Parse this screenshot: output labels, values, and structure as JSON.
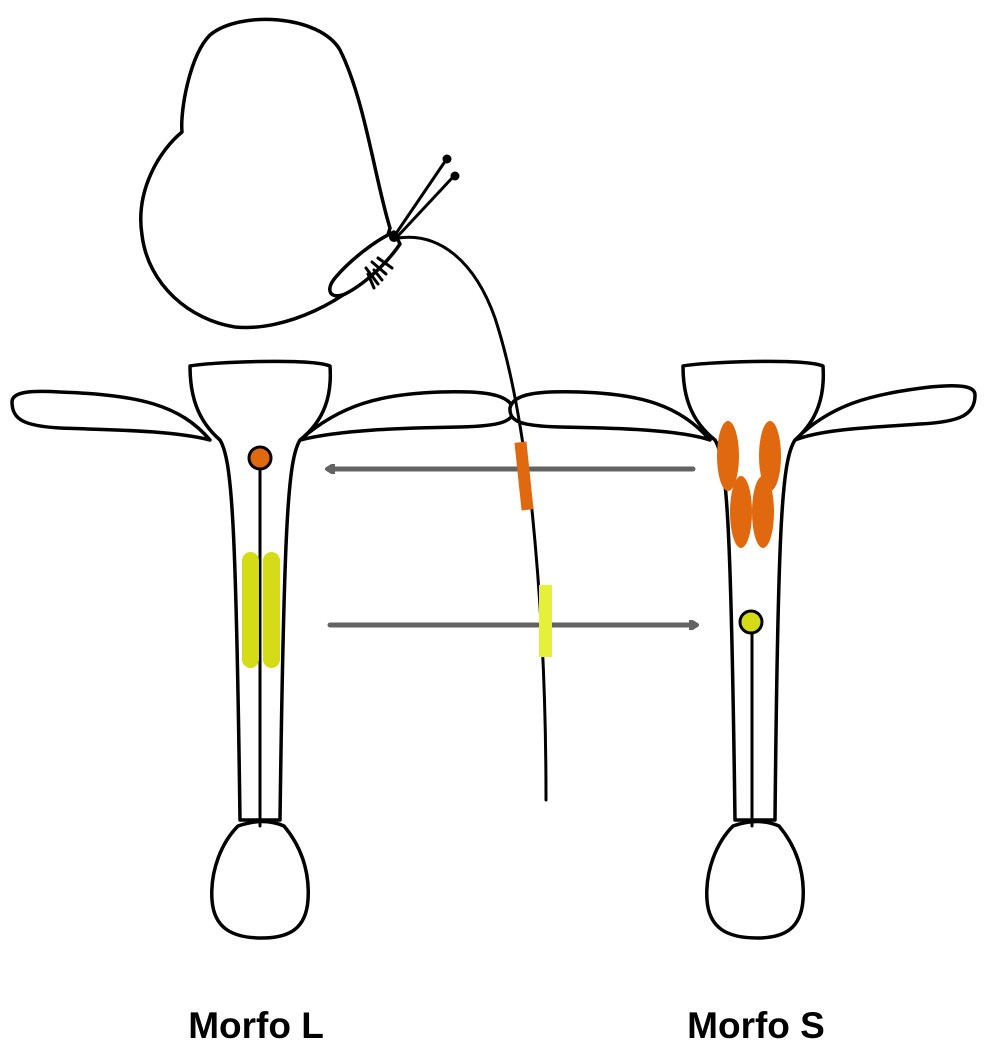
{
  "labels": {
    "morph_left": "Morfo L",
    "morph_right": "Morfo S"
  },
  "colors": {
    "outline": "#000000",
    "background": "#ffffff",
    "pollen_orange": "#e0690f",
    "pollen_yellow": "#d4dc17",
    "proboscis_yellow": "#e4f03a",
    "arrow_gray": "#636363"
  },
  "elements": {
    "pollinator": "butterfly",
    "left_flower": {
      "stigma_color": "orange",
      "anthers_color": "yellow"
    },
    "right_flower": {
      "stigma_color": "yellow",
      "anthers_color": "orange"
    },
    "arrow_top_direction": "right-to-left",
    "arrow_bottom_direction": "left-to-right"
  }
}
